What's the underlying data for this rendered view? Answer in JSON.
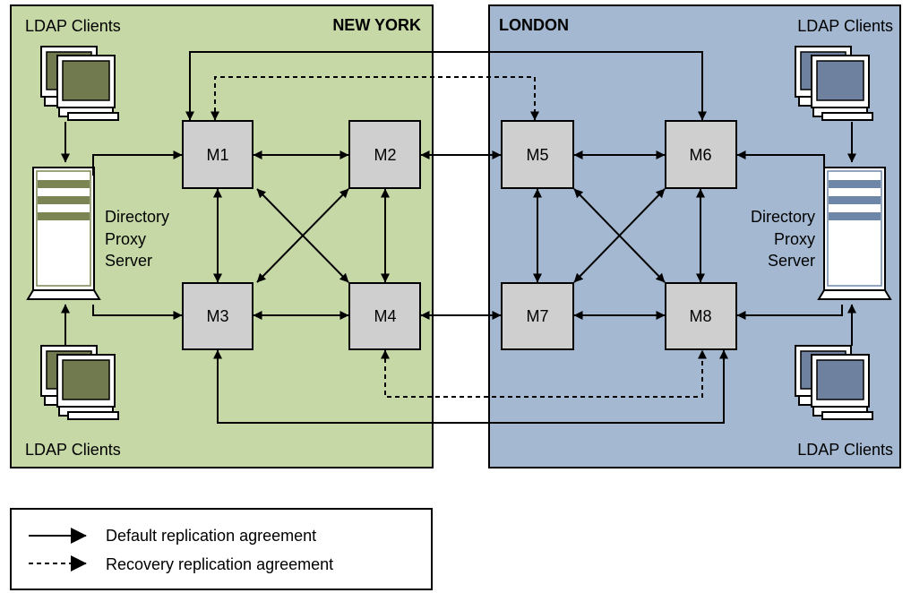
{
  "sites": {
    "new_york": {
      "label": "NEW YORK",
      "color": "#c5d8a6"
    },
    "london": {
      "label": "LONDON",
      "color": "#a4b9d1"
    }
  },
  "servers": [
    "M1",
    "M2",
    "M3",
    "M4",
    "M5",
    "M6",
    "M7",
    "M8"
  ],
  "clients": {
    "ny_top": "LDAP Clients",
    "ny_bottom": "LDAP Clients",
    "ld_top": "LDAP Clients",
    "ld_bottom": "LDAP Clients"
  },
  "proxy": {
    "ny": [
      "Directory",
      "Proxy",
      "Server"
    ],
    "ld": [
      "Directory",
      "Proxy",
      "Server"
    ]
  },
  "legend": {
    "default_label": "Default replication agreement",
    "recovery_label": "Recovery replication agreement"
  },
  "colors": {
    "node_fill": "#cfcfcf",
    "ny_screen": "#707a4e",
    "ld_screen": "#6e82a0",
    "ny_proxy_bar": "#7b8553",
    "ld_proxy_bar": "#6e86a8"
  }
}
